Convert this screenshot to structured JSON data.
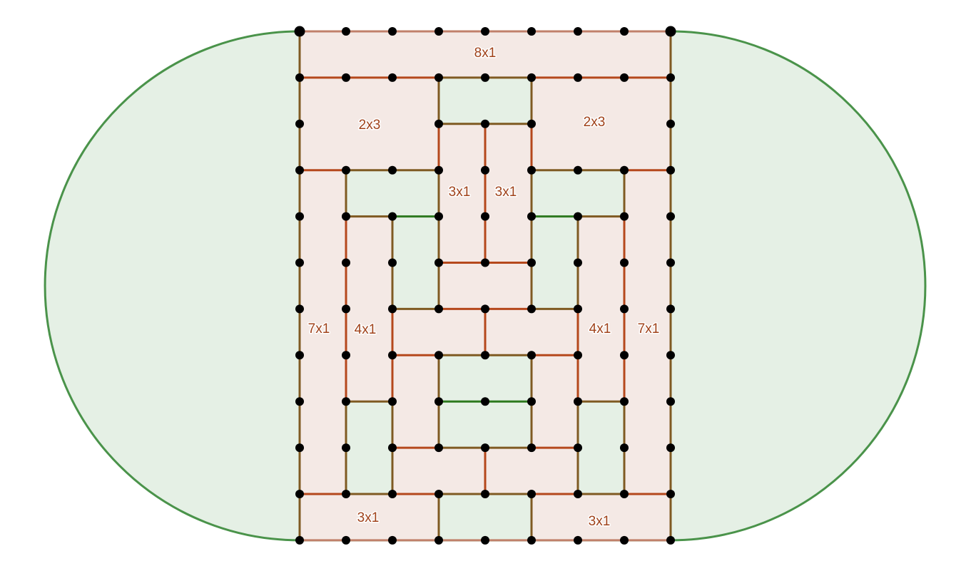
{
  "diagram": {
    "labels": [
      "8x1",
      "2x3",
      "2x3",
      "3x1",
      "3x1",
      "7x1",
      "4x1",
      "4x1",
      "7x1",
      "3x1",
      "3x1"
    ],
    "colors": {
      "stadium_fill": "#e5f0e5",
      "stadium_stroke": "#4a934a",
      "tile_fill": "#f4e9e5",
      "gap_fill": "#e5f0e5",
      "edge_tile_tile": "#b5481c",
      "edge_tile_gap": "#7f5a22",
      "edge_gap_gap": "#2d7a1f",
      "edge_outer": "#c0806a",
      "point": "#000000"
    }
  }
}
